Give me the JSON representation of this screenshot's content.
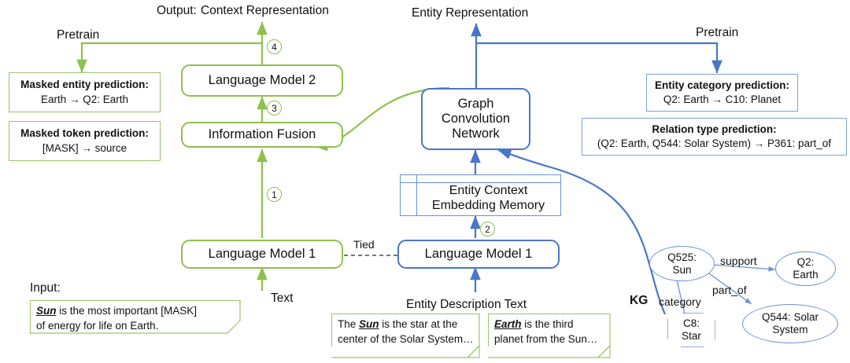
{
  "colors": {
    "green": "#8FC04C",
    "blue": "#4A76C8",
    "blue_light": "#6C92D6",
    "text": "#111111"
  },
  "top_labels": {
    "output": "Output:",
    "context_representation": "Context Representation",
    "entity_representation": "Entity Representation",
    "pretrain_left": "Pretrain",
    "pretrain_right": "Pretrain"
  },
  "left_column": {
    "masked_entity_prediction": {
      "title": "Masked entity prediction:",
      "value": "Earth  →  Q2: Earth"
    },
    "masked_token_prediction": {
      "title": "Masked token prediction:",
      "value": "[MASK]  →  source"
    }
  },
  "right_column": {
    "entity_category_prediction": {
      "title": "Entity category prediction:",
      "value": "Q2: Earth  →   C10: Planet"
    },
    "relation_type_prediction": {
      "title": "Relation type prediction:",
      "value": "(Q2: Earth, Q544: Solar System)  →  P361: part_of"
    }
  },
  "center_pipeline": {
    "language_model_2": "Language Model 2",
    "information_fusion": "Information Fusion",
    "language_model_1": "Language Model 1",
    "step_1": "1",
    "step_3": "3",
    "step_4": "4",
    "input_label": "Input:",
    "text_label": "Text",
    "input_note_line1_pre": "",
    "input_note_underlined": "Sun",
    "input_note_line1_post": " is the most important [MASK]",
    "input_note_line2": "of energy for life on Earth."
  },
  "entity_branch": {
    "graph_convolution_network": "Graph\nConvolution\nNetwork",
    "gcn_line1": "Graph",
    "gcn_line2": "Convolution",
    "gcn_line3": "Network",
    "memory_line1": "Entity Context",
    "memory_line2": "Embedding Memory",
    "language_model_1": "Language Model 1",
    "step_2": "2",
    "tied_label": "Tied",
    "entity_description_text": "Entity Description Text",
    "note_sun": {
      "pre": "The ",
      "underlined": "Sun",
      "post": " is the star at the",
      "line2": "center of the Solar System…"
    },
    "note_earth": {
      "pre": "",
      "underlined": "Earth",
      "post": " is the third",
      "line2": "planet from the Sun…"
    }
  },
  "knowledge_graph": {
    "kg_label": "KG",
    "nodes": [
      {
        "id": "q525",
        "line1": "Q525:",
        "line2": "Sun"
      },
      {
        "id": "q2",
        "line1": "Q2:",
        "line2": "Earth"
      },
      {
        "id": "q544",
        "line1": "Q544: Solar",
        "line2": "System"
      },
      {
        "id": "c8",
        "line1": "C8:",
        "line2": "Star"
      }
    ],
    "edges": [
      {
        "label": "support"
      },
      {
        "label": "part_of"
      },
      {
        "label": "category"
      }
    ],
    "edge_support": "support",
    "edge_part_of": "part_of",
    "edge_category": "category"
  }
}
